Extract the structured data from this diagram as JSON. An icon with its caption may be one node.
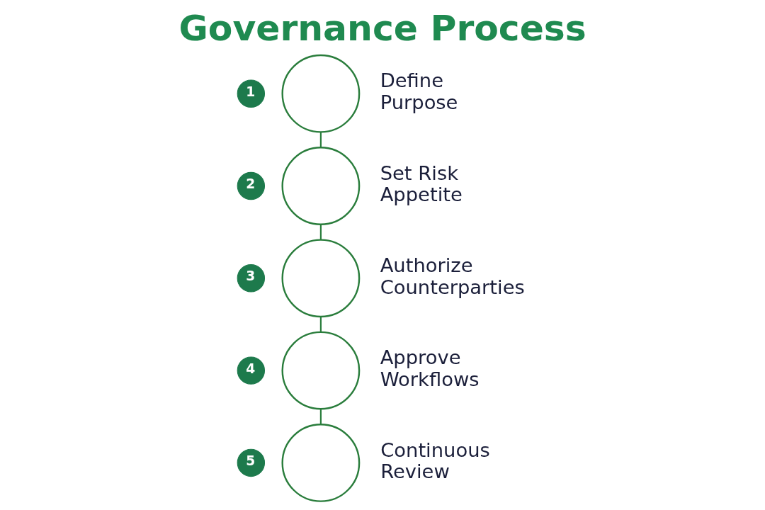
{
  "diagram": {
    "title": "Governance Process",
    "nodes": [
      {
        "text": [
          "1"
        ]
      },
      {
        "text": [],
        "shape": "circle",
        "beside": [
          "Define Purpose"
        ]
      },
      {
        "text": [
          "2"
        ]
      },
      {
        "text": [],
        "shape": "circle",
        "beside": [
          "Set Risk Appetite"
        ]
      },
      {
        "text": [
          "3"
        ]
      },
      {
        "text": [],
        "shape": "circle",
        "beside": [
          "Authorize Counterparties"
        ]
      },
      {
        "text": [
          "4"
        ]
      },
      {
        "text": [],
        "shape": "circle",
        "beside": [
          "Approve Workflows"
        ]
      },
      {
        "text": [
          "5"
        ]
      },
      {
        "text": [],
        "shape": "circle",
        "beside": [
          "Continuous Review"
        ]
      }
    ],
    "edges": [
      {
        "from": 1,
        "to": 3,
        "arrow": "none"
      },
      {
        "from": 3,
        "to": 5,
        "arrow": "none"
      },
      {
        "from": 5,
        "to": 7,
        "arrow": "none"
      },
      {
        "from": 7,
        "to": 9,
        "arrow": "none"
      }
    ]
  }
}
